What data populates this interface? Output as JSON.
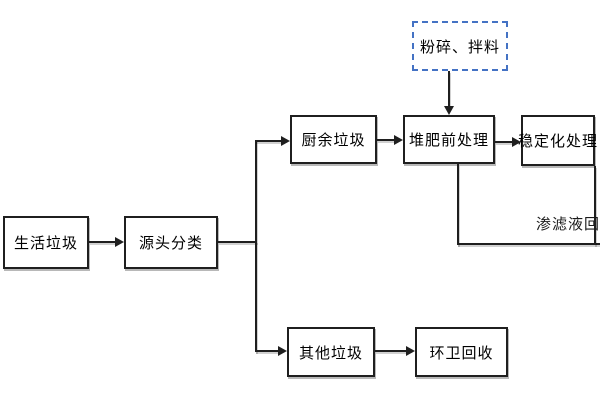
{
  "diagram": {
    "nodes": {
      "household_waste": {
        "label": "生活垃圾"
      },
      "source_sorting": {
        "label": "源头分类"
      },
      "kitchen_waste": {
        "label": "厨余垃圾"
      },
      "pre_compost_treatment": {
        "label": "堆肥前处理"
      },
      "stabilization_treatment": {
        "label": "稳定化处理"
      },
      "crush_mix": {
        "label": "粉碎、拌料"
      },
      "other_waste": {
        "label": "其他垃圾"
      },
      "sanitation_recycling": {
        "label": "环卫回收"
      }
    },
    "leachate_label": "渗滤液回",
    "edges": [
      {
        "from": "household_waste",
        "to": "source_sorting",
        "arrow": true
      },
      {
        "from": "source_sorting",
        "to": "kitchen_waste",
        "arrow": true
      },
      {
        "from": "source_sorting",
        "to": "other_waste",
        "arrow": true
      },
      {
        "from": "kitchen_waste",
        "to": "pre_compost_treatment",
        "arrow": true
      },
      {
        "from": "crush_mix",
        "to": "pre_compost_treatment",
        "arrow": true
      },
      {
        "from": "pre_compost_treatment",
        "to": "stabilization_treatment",
        "arrow": true
      },
      {
        "from": "stabilization_treatment",
        "to": "pre_compost_treatment",
        "arrow": false,
        "label": "渗滤液回"
      },
      {
        "from": "other_waste",
        "to": "sanitation_recycling",
        "arrow": true
      }
    ],
    "colors": {
      "box_border": "#1f1f1f",
      "dashed_box_border": "#4472c4",
      "line": "#1f1f1f",
      "background": "#ffffff",
      "text": "#000000"
    }
  }
}
